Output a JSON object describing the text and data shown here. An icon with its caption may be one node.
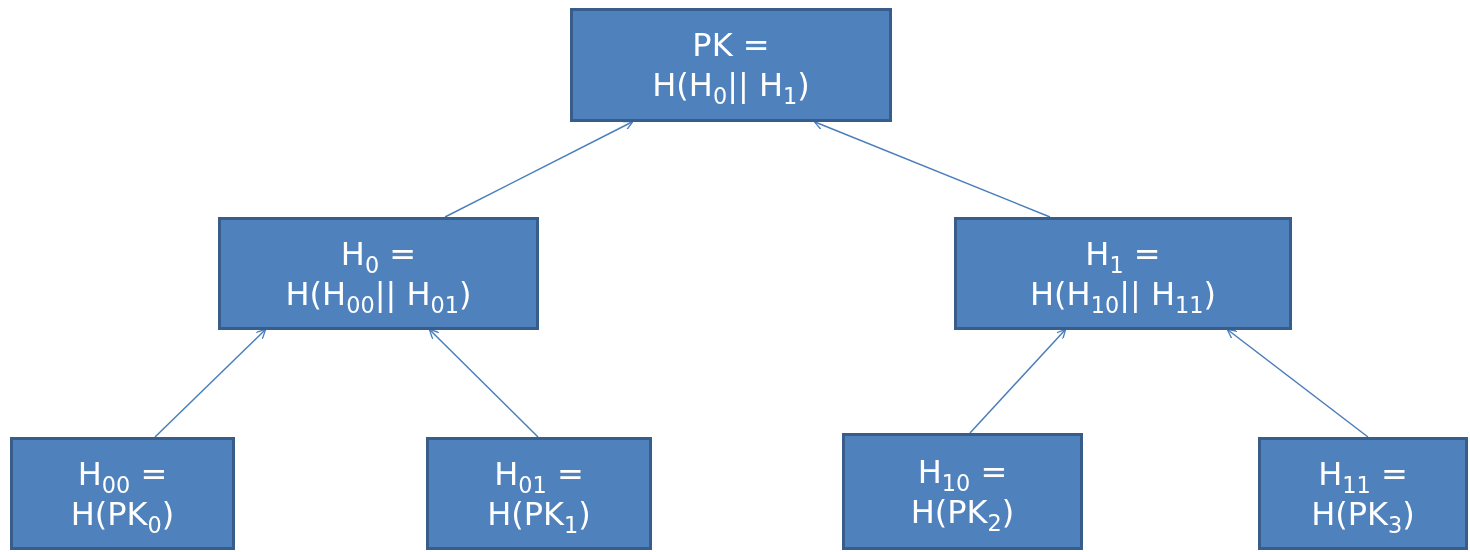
{
  "diagram": {
    "nodes": [
      {
        "text": [
          "PK =",
          "H(H$_{0}$|| H$_{1}$)"
        ]
      },
      {
        "text": [
          "H$_{0}$ =",
          "H(H$_{00}$|| H$_{01}$)"
        ]
      },
      {
        "text": [
          "H$_{1}$ =",
          "H(H$_{10}$|| H$_{11}$)"
        ]
      },
      {
        "text": [
          "H$_{00}$ =",
          "H(PK$_{0}$)"
        ]
      },
      {
        "text": [
          "H$_{01}$ =",
          "H(PK$_{1}$)"
        ]
      },
      {
        "text": [
          "H$_{10}$ =",
          "H(PK$_{2}$)"
        ]
      },
      {
        "text": [
          "H$_{11}$ =",
          "H(PK$_{3}$)"
        ]
      }
    ],
    "edges": [
      {
        "from": 1,
        "to": 0,
        "arrow": "to"
      },
      {
        "from": 2,
        "to": 0,
        "arrow": "to"
      },
      {
        "from": 3,
        "to": 1,
        "arrow": "to"
      },
      {
        "from": 4,
        "to": 1,
        "arrow": "to"
      },
      {
        "from": 5,
        "to": 2,
        "arrow": "to"
      },
      {
        "from": 6,
        "to": 2,
        "arrow": "to"
      }
    ]
  }
}
